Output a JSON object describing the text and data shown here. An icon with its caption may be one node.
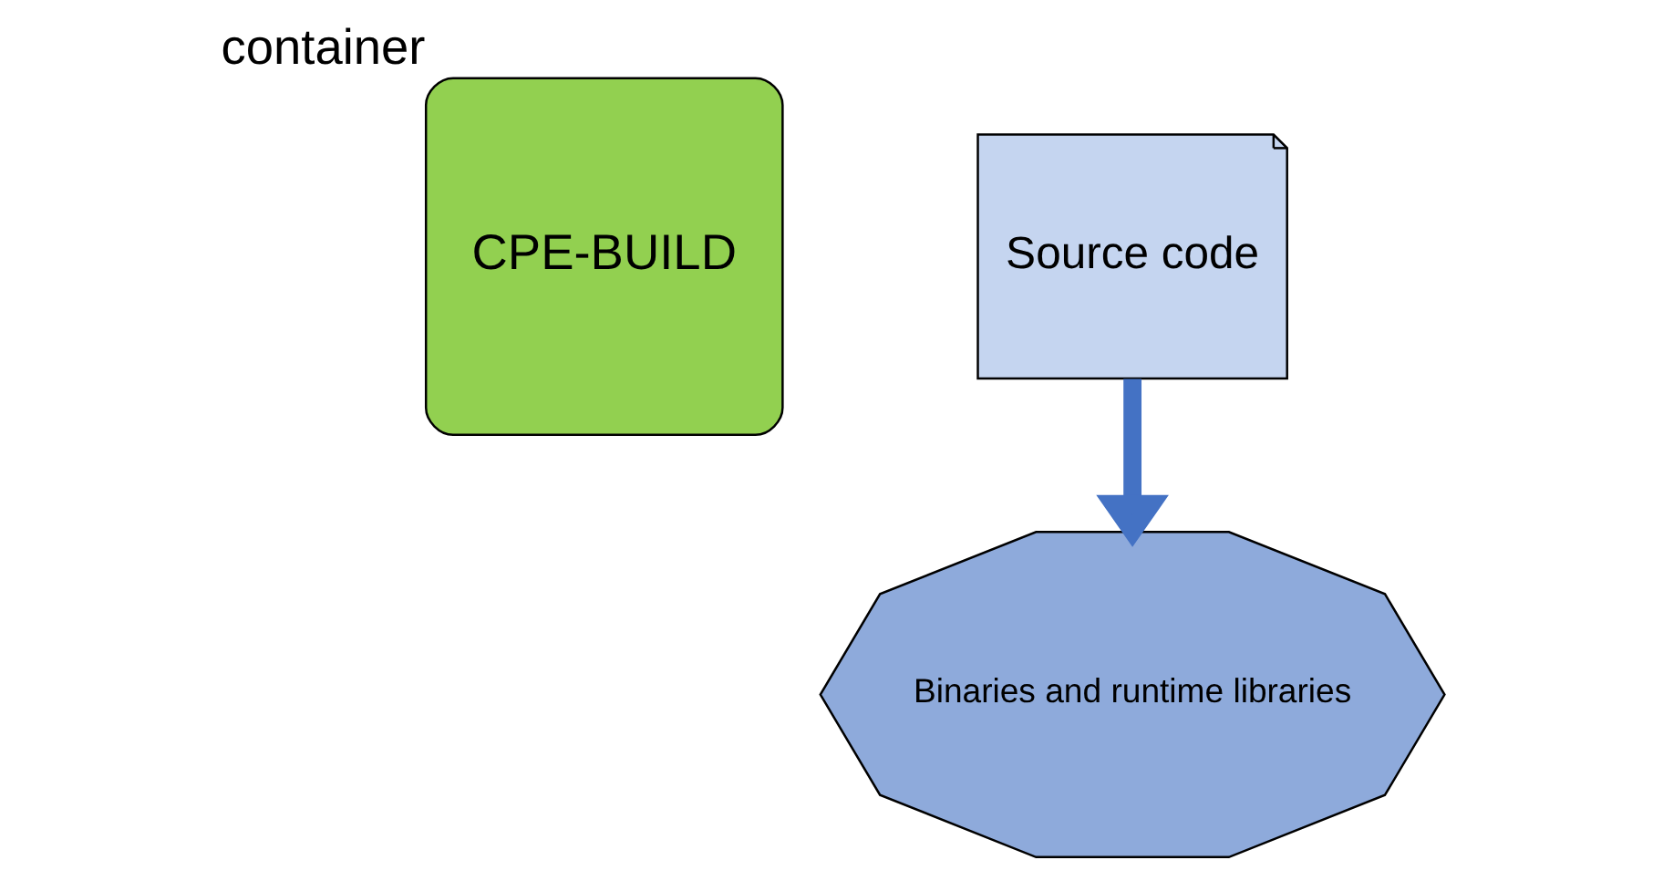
{
  "diagram": {
    "nodes": [
      {
        "text": [
          "CPE-BUILD"
        ],
        "beside": [
          "container"
        ]
      },
      {
        "text": [
          "Source code"
        ]
      },
      {
        "text": [
          "Binaries and runtime libraries"
        ]
      }
    ],
    "edges": [
      {
        "from": 1,
        "to": 2,
        "arrow": "to",
        "color": "#4472c4"
      }
    ]
  }
}
